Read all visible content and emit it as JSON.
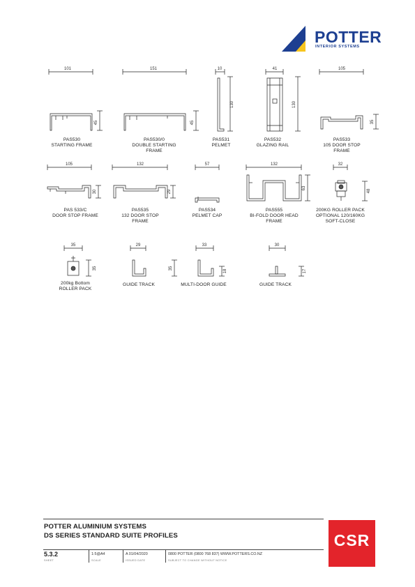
{
  "brand": {
    "name": "POTTER",
    "tagline": "INTERIOR SYSTEMS",
    "color": "#1d3f91",
    "accent": "#f7c51e"
  },
  "row1": [
    {
      "id": "pas530",
      "code": "PAS530",
      "desc": "STARTING FRAME",
      "width_dim": "101",
      "height_dim": "45"
    },
    {
      "id": "pas5300",
      "code": "PAS530/0",
      "desc": "DOUBLE STARTING",
      "desc2": "FRAME",
      "width_dim": "151",
      "height_dim": "45"
    },
    {
      "id": "pas531",
      "code": "PAS531",
      "desc": "PELMET",
      "width_dim": "10",
      "height_dim": "130"
    },
    {
      "id": "pas532",
      "code": "PAS532",
      "desc": "GLAZING RAIL",
      "width_dim": "41",
      "height_dim": "130"
    },
    {
      "id": "pas533",
      "code": "PAS533",
      "desc": "105 DOOR STOP",
      "desc2": "FRAME",
      "width_dim": "105",
      "height_dim": "35"
    }
  ],
  "row2": [
    {
      "id": "pas533c",
      "code": "PAS 533/C",
      "desc": "DOOR STOP FRAME",
      "width_dim": "105",
      "height_dim": "30"
    },
    {
      "id": "pas535",
      "code": "PAS535",
      "desc": "132 DOOR STOP",
      "desc2": "FRAME",
      "width_dim": "132",
      "height_dim": "29"
    },
    {
      "id": "pas534",
      "code": "PAS534",
      "desc": "PELMET CAP",
      "width_dim": "57",
      "height_dim": ""
    },
    {
      "id": "pas555",
      "code": "PAS555",
      "desc": "BI-FOLD DOOR HEAD",
      "desc2": "FRAME",
      "width_dim": "132",
      "height_dim": "63"
    },
    {
      "id": "rollerpack200",
      "code": "200KG ROLLER PACK",
      "desc": "OPTIONAL 120/160KG",
      "desc2": "SOFT-CLOSE",
      "width_dim": "32",
      "height_dim": "48"
    }
  ],
  "row3": [
    {
      "id": "roller200",
      "code": "200kg Bottom",
      "desc": "ROLLER PACK",
      "width_dim": "35",
      "height_dim": "35"
    },
    {
      "id": "guide1",
      "code": "GUIDE TRACK",
      "width_dim": "29",
      "height_dim": "35"
    },
    {
      "id": "multiguide",
      "code": "MULTI-DOOR GUIDE",
      "width_dim": "33",
      "height_dim": "18"
    },
    {
      "id": "guide2",
      "code": "GUIDE TRACK",
      "width_dim": "30",
      "height_dim": "17"
    }
  ],
  "footer": {
    "title1": "POTTER ALUMINIUM SYSTEMS",
    "title2": "DS SERIES STANDARD SUITE PROFILES",
    "sheet": "5.3.2",
    "sheet_label": "SHEET",
    "scale": "1:5@A4",
    "scale_label": "SCALE",
    "issue": "A 01/04/2020",
    "issue_label": "ISSUED DATE",
    "contact": "0800 POTTER (0800 768 837) WWW.POTTERS.CO.NZ",
    "contact_label": "SUBJECT TO CHANGE WITHOUT NOTICE",
    "csr": "CSR",
    "csr_color": "#e3242b"
  }
}
